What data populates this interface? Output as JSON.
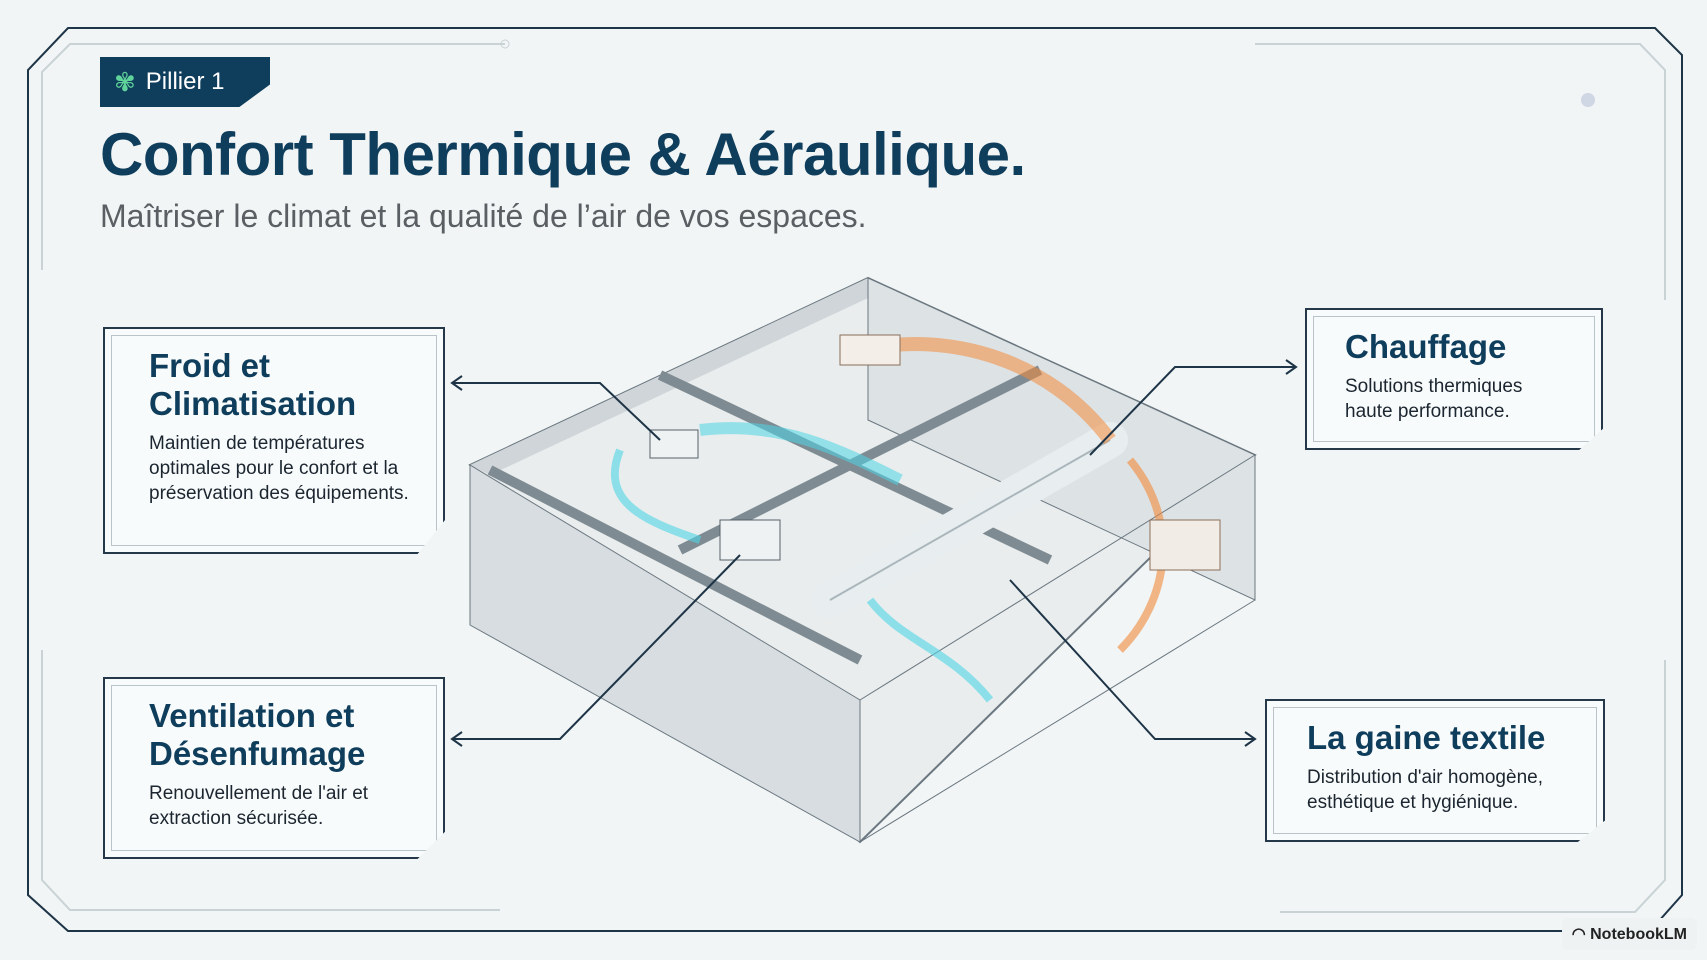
{
  "badge": {
    "icon": "fan-icon",
    "label": "Pillier 1"
  },
  "title": "Confort Thermique & Aéraulique.",
  "subtitle": "Maîtriser le climat et la qualité de l’air de vos espaces.",
  "panels": {
    "froid": {
      "title": "Froid et Climatisation",
      "text": "Maintien de températures optimales pour le confort et la préservation des équipements."
    },
    "ventilation": {
      "title": "Ventilation et Désenfumage",
      "text": "Renouvellement de l'air et extraction sécurisée."
    },
    "chauffage": {
      "title": "Chauffage",
      "text": "Solutions thermiques haute performance."
    },
    "gaine": {
      "title": "La gaine textile",
      "text": "Distribution d'air homogène, esthétique et hygiénique."
    }
  },
  "watermark": "NotebookLM",
  "colors": {
    "navy": "#0f3d5c",
    "glow": "#5fd39a",
    "cool": "#4fd6e6",
    "warm": "#f28a3a"
  }
}
